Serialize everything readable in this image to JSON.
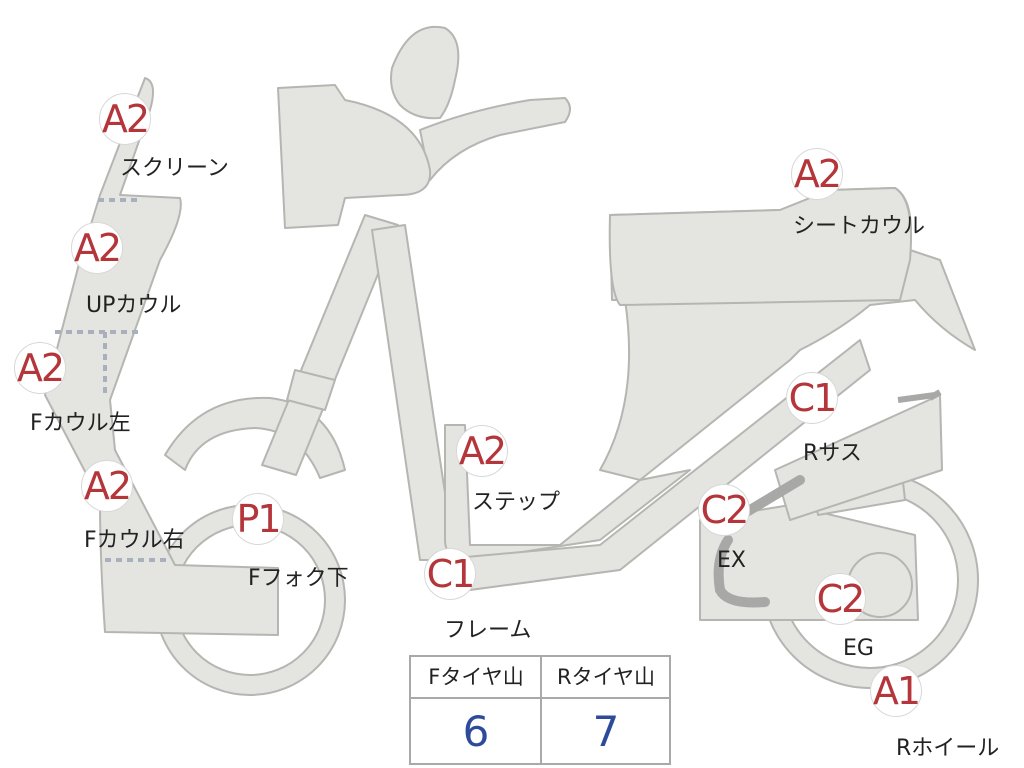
{
  "parts": [
    {
      "id": "screen",
      "grade": "A2",
      "label": "スクリーン"
    },
    {
      "id": "up-cowl",
      "grade": "A2",
      "label": "UPカウル"
    },
    {
      "id": "f-cowl-left",
      "grade": "A2",
      "label": "Fカウル左"
    },
    {
      "id": "f-cowl-right",
      "grade": "A2",
      "label": "Fカウル右"
    },
    {
      "id": "f-fork-lower",
      "grade": "P1",
      "label": "Fフォク下"
    },
    {
      "id": "step",
      "grade": "A2",
      "label": "ステップ"
    },
    {
      "id": "frame",
      "grade": "C1",
      "label": "フレーム"
    },
    {
      "id": "seat-cowl",
      "grade": "A2",
      "label": "シートカウル"
    },
    {
      "id": "r-suspension",
      "grade": "C1",
      "label": "Rサス"
    },
    {
      "id": "exhaust",
      "grade": "C2",
      "label": "EX"
    },
    {
      "id": "engine",
      "grade": "C2",
      "label": "EG"
    },
    {
      "id": "r-wheel",
      "grade": "A1",
      "label": "Rホイール"
    }
  ],
  "tread_table": {
    "headers": [
      "Fタイヤ山",
      "Rタイヤ山"
    ],
    "values": [
      "6",
      "7"
    ]
  },
  "colors": {
    "body_fill": "#e4e4e1",
    "outline": "#b5b5b2",
    "grade_text": "#b4363a",
    "value_text": "#2e4a9b"
  }
}
